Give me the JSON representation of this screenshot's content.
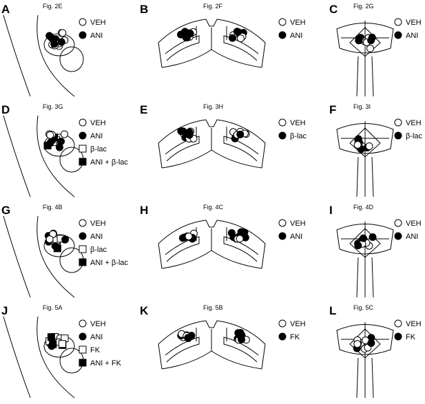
{
  "panels": [
    {
      "letter": "A",
      "fig": "Fig. 2E",
      "type": "sagittal",
      "legend": [
        {
          "shape": "circle-open",
          "label": "VEH"
        },
        {
          "shape": "circle-filled",
          "label": "ANI"
        }
      ]
    },
    {
      "letter": "B",
      "fig": "Fig. 2F",
      "type": "coronal",
      "legend": [
        {
          "shape": "circle-open",
          "label": "VEH"
        },
        {
          "shape": "circle-filled",
          "label": "ANI"
        }
      ]
    },
    {
      "letter": "C",
      "fig": "Fig. 2G",
      "type": "ventral",
      "legend": [
        {
          "shape": "circle-open",
          "label": "VEH"
        },
        {
          "shape": "circle-filled",
          "label": "ANI"
        }
      ]
    },
    {
      "letter": "D",
      "fig": "Fig. 3G",
      "type": "sagittal",
      "legend": [
        {
          "shape": "circle-open",
          "label": "VEH"
        },
        {
          "shape": "circle-filled",
          "label": "ANI"
        },
        {
          "shape": "square-open",
          "label": "β-lac"
        },
        {
          "shape": "square-filled",
          "label": "ANI + β-lac"
        }
      ]
    },
    {
      "letter": "E",
      "fig": "Fig. 3H",
      "type": "coronal",
      "legend": [
        {
          "shape": "circle-open",
          "label": "VEH"
        },
        {
          "shape": "circle-filled",
          "label": "β-lac"
        }
      ]
    },
    {
      "letter": "F",
      "fig": "Fig. 3I",
      "type": "ventral",
      "legend": [
        {
          "shape": "circle-open",
          "label": "VEH"
        },
        {
          "shape": "circle-filled",
          "label": "β-lac"
        }
      ]
    },
    {
      "letter": "G",
      "fig": "Fig. 4B",
      "type": "sagittal",
      "legend": [
        {
          "shape": "circle-open",
          "label": "VEH"
        },
        {
          "shape": "circle-filled",
          "label": "ANI"
        },
        {
          "shape": "square-open",
          "label": "β-lac"
        },
        {
          "shape": "square-filled",
          "label": "ANI + β-lac"
        }
      ]
    },
    {
      "letter": "H",
      "fig": "Fig. 4C",
      "type": "coronal",
      "legend": [
        {
          "shape": "circle-open",
          "label": "VEH"
        },
        {
          "shape": "circle-filled",
          "label": "ANI"
        }
      ]
    },
    {
      "letter": "I",
      "fig": "Fig. 4D",
      "type": "ventral",
      "legend": [
        {
          "shape": "circle-open",
          "label": "VEH"
        },
        {
          "shape": "circle-filled",
          "label": "ANI"
        }
      ]
    },
    {
      "letter": "J",
      "fig": "Fig. 5A",
      "type": "sagittal",
      "legend": [
        {
          "shape": "circle-open",
          "label": "VEH"
        },
        {
          "shape": "circle-filled",
          "label": "ANI"
        },
        {
          "shape": "square-open",
          "label": "FK"
        },
        {
          "shape": "square-filled",
          "label": "ANI + FK"
        }
      ]
    },
    {
      "letter": "K",
      "fig": "Fig. 5B",
      "type": "coronal",
      "legend": [
        {
          "shape": "circle-open",
          "label": "VEH"
        },
        {
          "shape": "circle-filled",
          "label": "FK"
        }
      ]
    },
    {
      "letter": "L",
      "fig": "Fig. 5C",
      "type": "ventral",
      "legend": [
        {
          "shape": "circle-open",
          "label": "VEH"
        },
        {
          "shape": "circle-filled",
          "label": "FK"
        }
      ]
    }
  ]
}
